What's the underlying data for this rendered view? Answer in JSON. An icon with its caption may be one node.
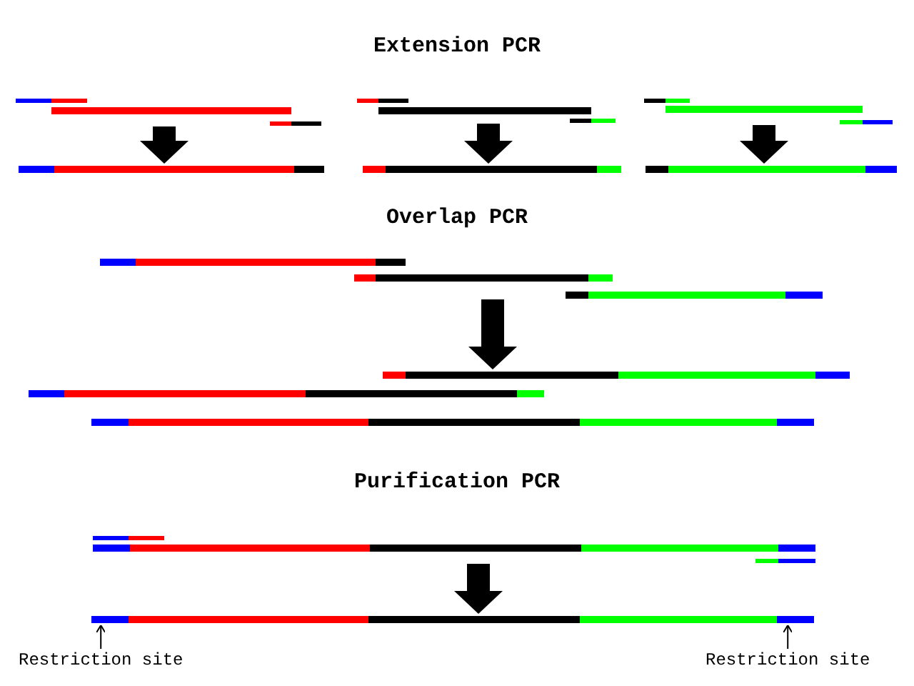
{
  "diagram": {
    "nodes": [
      {
        "text": [],
        "shape": "bar"
      },
      {
        "text": [],
        "shape": "bar"
      },
      {
        "text": [],
        "shape": "bar"
      },
      {
        "text": [],
        "shape": "bar"
      },
      {
        "text": [],
        "shape": "bar"
      },
      {
        "text": [],
        "shape": "bar"
      },
      {
        "text": [],
        "shape": "bar"
      },
      {
        "text": [],
        "shape": "bar"
      },
      {
        "text": [],
        "shape": "bar"
      },
      {
        "text": [],
        "shape": "bar"
      },
      {
        "text": [
          "Restriction site"
        ]
      },
      {
        "text": [
          "Restriction site"
        ]
      }
    ],
    "edges": [
      {
        "from": 0,
        "to": 1,
        "arrow": "to"
      },
      {
        "from": 2,
        "to": 3,
        "arrow": "to"
      },
      {
        "from": 4,
        "to": 5,
        "arrow": "to"
      },
      {
        "from": 6,
        "to": 7,
        "arrow": "to"
      },
      {
        "from": 8,
        "to": 9,
        "arrow": "to"
      },
      {
        "from": 10,
        "to": 9,
        "arrow": "to"
      },
      {
        "from": 11,
        "to": 9,
        "arrow": "to"
      }
    ],
    "labels": [
      "Extension PCR",
      "Overlap PCR",
      "Purification PCR"
    ]
  }
}
